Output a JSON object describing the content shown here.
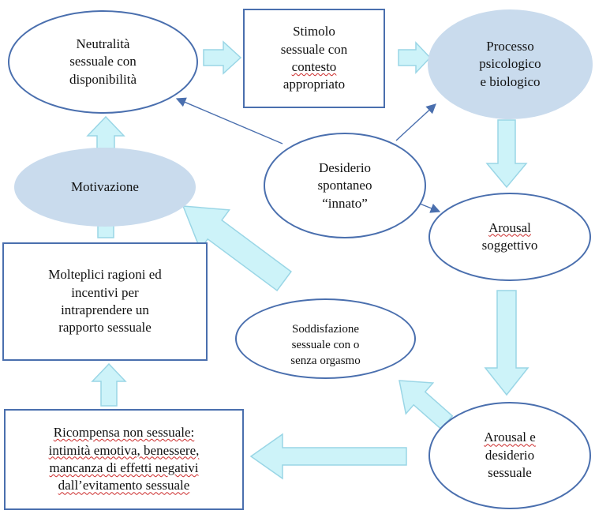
{
  "nodes": {
    "neutralita": {
      "lines": [
        "Neutralità",
        "sessuale con",
        "disponibilità"
      ]
    },
    "stimolo": {
      "lines": [
        "Stimolo",
        "sessuale con",
        "contesto",
        "appropriato"
      ]
    },
    "processo": {
      "lines": [
        "Processo",
        "psicologico",
        "e biologico"
      ]
    },
    "motivazione": {
      "lines": [
        "Motivazione"
      ]
    },
    "desiderio": {
      "lines": [
        "Desiderio",
        "spontaneo",
        "“innato”"
      ]
    },
    "arousal_soggettivo": {
      "lines": [
        "Arousal",
        "soggettivo"
      ]
    },
    "ragioni": {
      "lines": [
        "Molteplici ragioni ed",
        "incentivi per",
        "intraprendere un",
        "rapporto sessuale"
      ]
    },
    "soddisfazione": {
      "lines": [
        "Soddisfazione",
        "sessuale con o",
        "senza orgasmo"
      ]
    },
    "ricompensa": {
      "lines": [
        "Ricompensa non sessuale:",
        "intimità emotiva, benessere,",
        "mancanza di effetti negativi",
        "dall’evitamento sessuale"
      ]
    },
    "arousal_desiderio": {
      "lines": [
        "Arousal e",
        "desiderio",
        "sessuale"
      ]
    }
  },
  "colors": {
    "outline": "#4a6fae",
    "arrow_fill": "#cdf3f9",
    "arrow_stroke": "#9ad6e6",
    "filled_ellipse": "#c9dbed",
    "thin_arrow": "#4a6fae",
    "spellcheck": "#cc2a2a"
  }
}
